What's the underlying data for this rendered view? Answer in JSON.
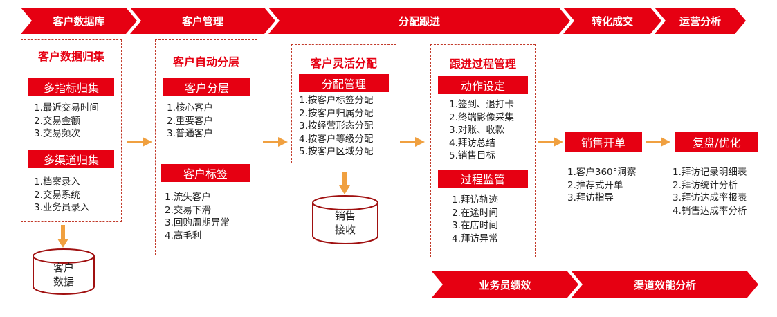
{
  "top_bar": {
    "stages": [
      "客户数据库",
      "客户管理",
      "分配跟进",
      "转化成交",
      "运营分析"
    ]
  },
  "col1": {
    "title": "客户数据归集",
    "box1": "多指标归集",
    "list1": [
      "1.最近交易时间",
      "2.交易金额",
      "3.交易频次"
    ],
    "box2": "多渠道归集",
    "list2": [
      "1.档案录入",
      "2.交易系统",
      "3.业务员录入"
    ],
    "store_line1": "客户",
    "store_line2": "数据"
  },
  "col2": {
    "title": "客户自动分层",
    "box1": "客户分层",
    "list1": [
      "1.核心客户",
      "2.重要客户",
      "3.普通客户"
    ],
    "box2": "客户标签",
    "list2": [
      "1.流失客户",
      "2.交易下滑",
      "3.回购周期异常",
      "4.高毛利"
    ]
  },
  "col3": {
    "title": "客户灵活分配",
    "box1": "分配管理",
    "list1": [
      "1.按客户标签分配",
      "2.按客户归属分配",
      "3.按经营形态分配",
      "4.按客户等级分配",
      "5.按客户区域分配"
    ],
    "store_line1": "销售",
    "store_line2": "接收"
  },
  "col4": {
    "title": "跟进过程管理",
    "box1": "动作设定",
    "list1": [
      "1.签到、退打卡",
      "2.终端影像采集",
      "3.对账、收款",
      "4.拜访总结",
      "5.销售目标"
    ],
    "box2": "过程监管",
    "list2": [
      "1.拜访轨迹",
      "2.在途时间",
      "3.在店时间",
      "4.拜访异常"
    ]
  },
  "col5": {
    "box": "销售开单",
    "list": [
      "1.客户360°洞察",
      "2.推荐式开单",
      "3.拜访指导"
    ]
  },
  "col6": {
    "box": "复盘/优化",
    "list": [
      "1.拜访记录明细表",
      "2.拜访统计分析",
      "3.拜访达成率报表",
      "4.销售达成率分析"
    ]
  },
  "bottom_bar": {
    "stages": [
      "业务员绩效",
      "渠道效能分析"
    ]
  },
  "colors": {
    "red": "#e60012",
    "arrow": "#f0a040",
    "border": "#c23a2a"
  }
}
